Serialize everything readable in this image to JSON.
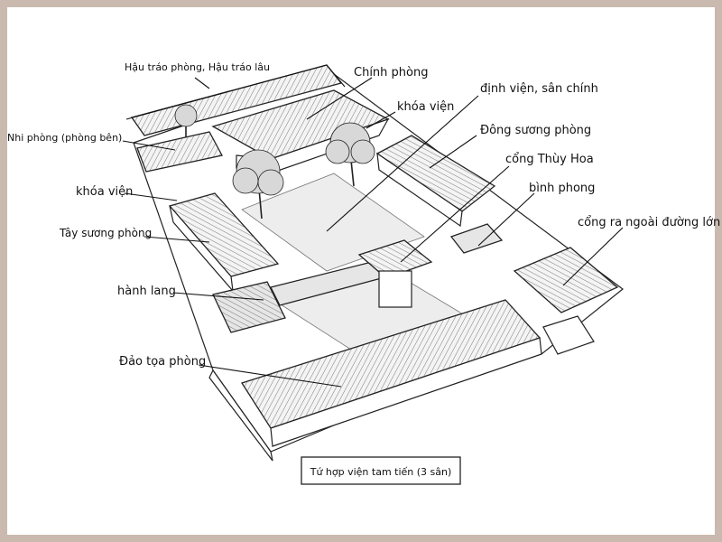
{
  "labels": {
    "hau_trao": "Hậu tráo phòng, Hậu tráo lâu",
    "chinh_phong": "Chính phòng",
    "dinh_vien": "định viện, sân chính",
    "khoa_vien_top": "khóa viện",
    "nhi_phong": "Nhi phòng (phòng bên)",
    "dong_suong": "Đông sương phòng",
    "cong_thuy_hoa": "cổng Thùy Hoa",
    "khoa_vien_left": "khóa viện",
    "binh_phong": "bình phong",
    "tay_suong": "Tây sương phòng",
    "cong_ra": "cổng ra ngoài đường lớn",
    "hanh_lang": "hành lang",
    "dao_toa": "Đảo tọa phòng"
  },
  "caption": "Tứ hợp viện tam tiến (3 sân)",
  "colors": {
    "frame": "#c9b9ae",
    "paper": "#ffffff",
    "ink": "#111111"
  }
}
